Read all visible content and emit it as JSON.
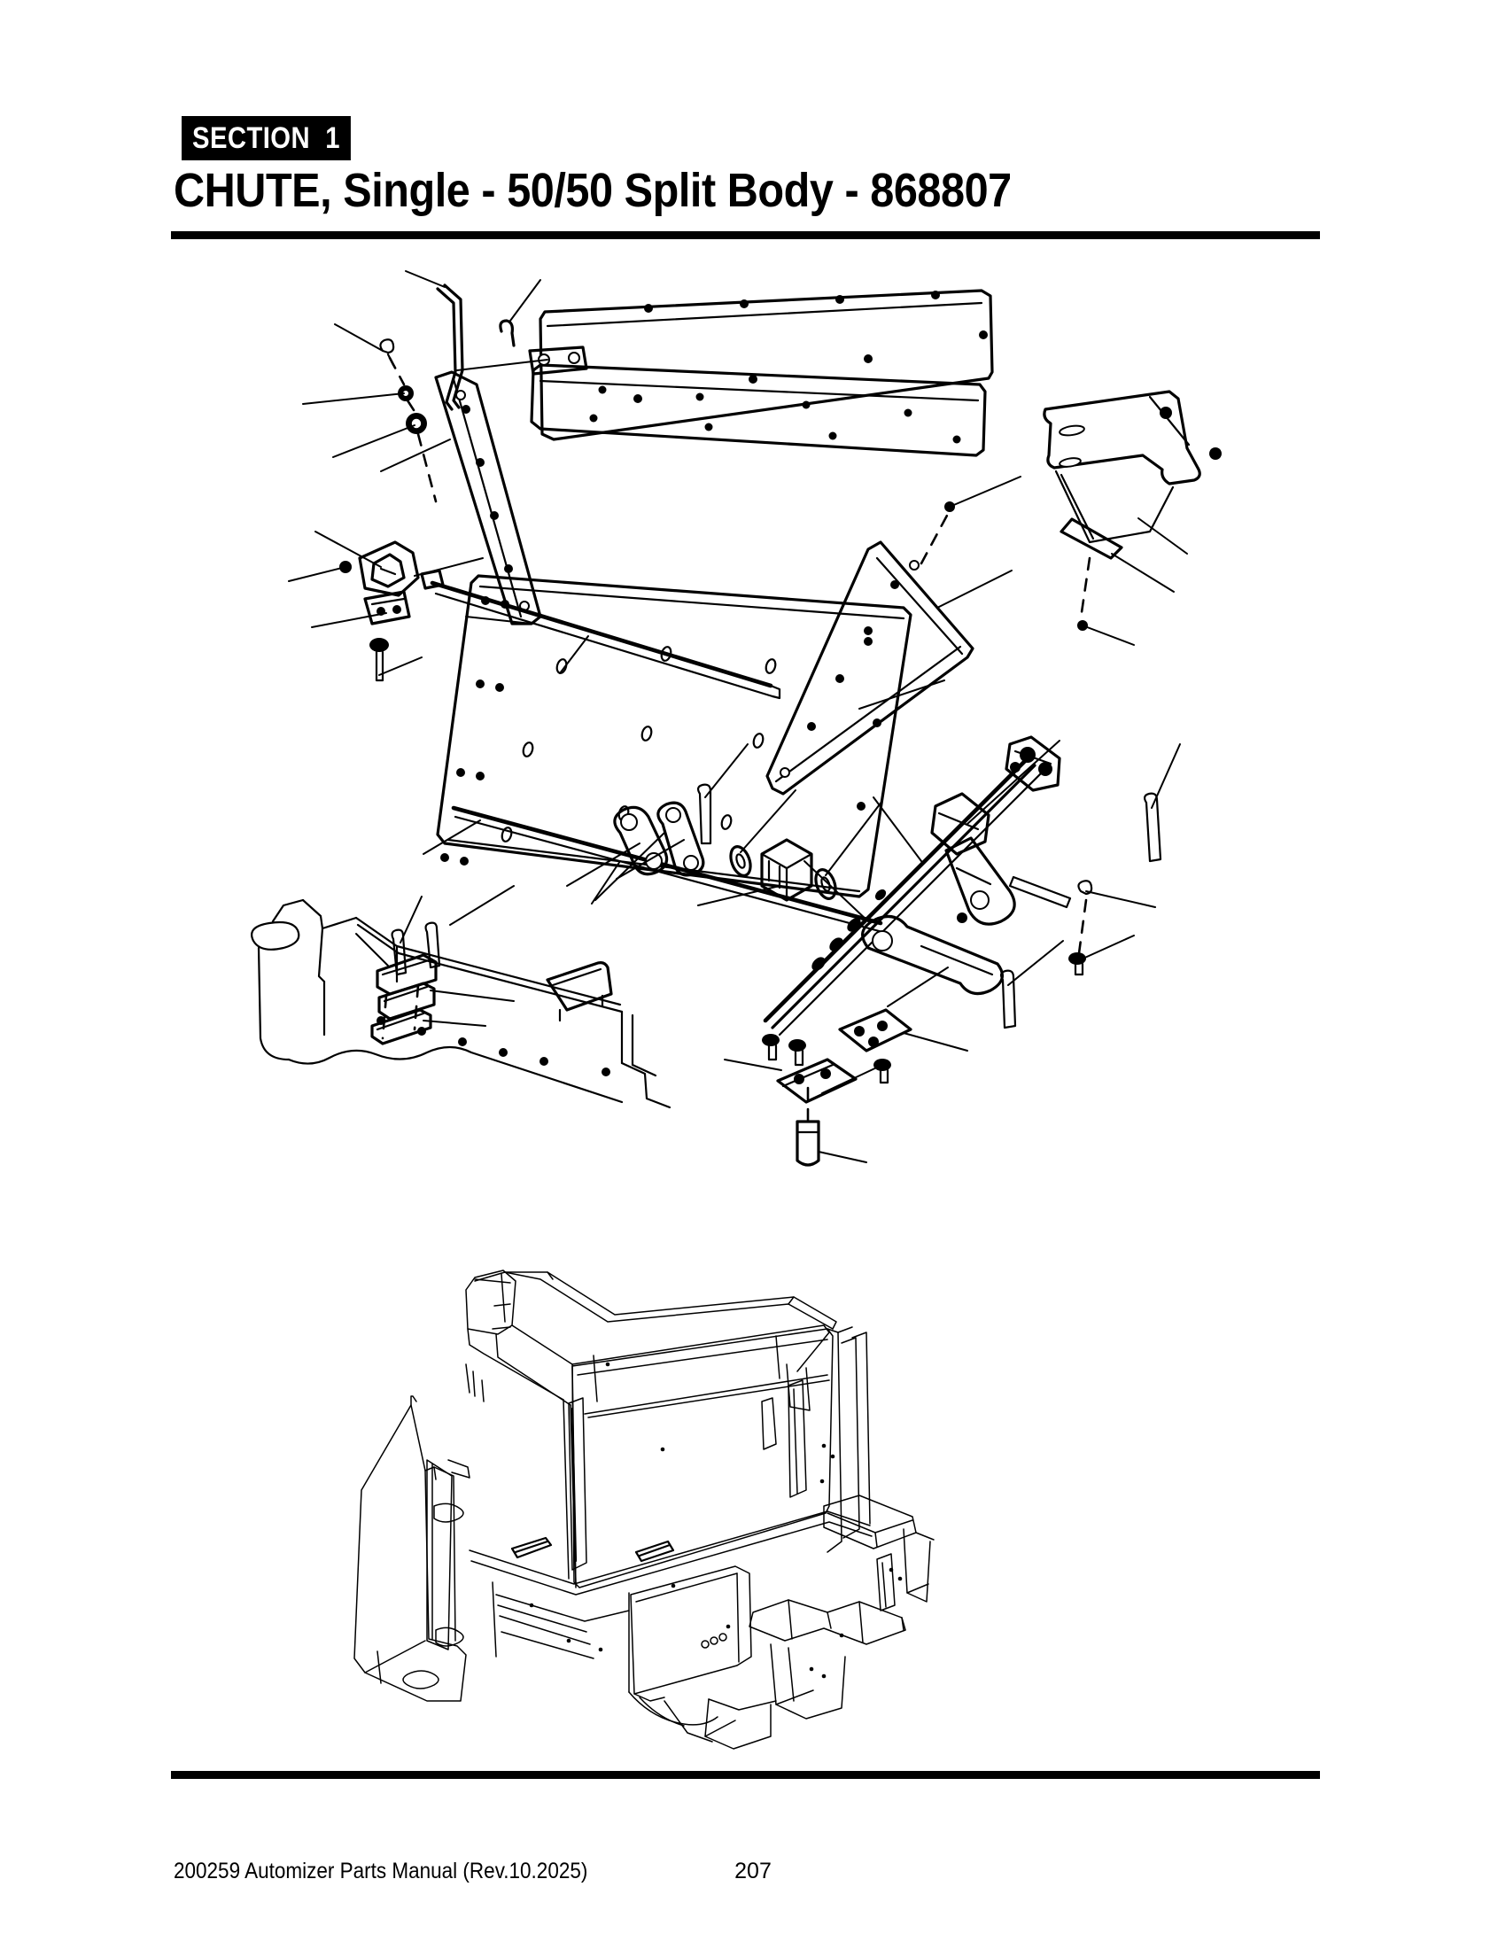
{
  "page": {
    "section_badge": {
      "word": "SECTION",
      "number": "1"
    },
    "title": "CHUTE, Single - 50/50 Split Body - 868807",
    "rules": {
      "top_present": "",
      "bottom_present": ""
    }
  },
  "figures": {
    "exploded": {
      "caption": "",
      "alt_name": "exploded-parts-view"
    },
    "assembly": {
      "caption": "",
      "alt_name": "assembled-isometric-view"
    }
  },
  "footer": {
    "document": "200259 Automizer Parts Manual (Rev.10.2025)",
    "page_number": "207"
  },
  "colors": {
    "ink": "#000000",
    "paper": "#ffffff"
  }
}
